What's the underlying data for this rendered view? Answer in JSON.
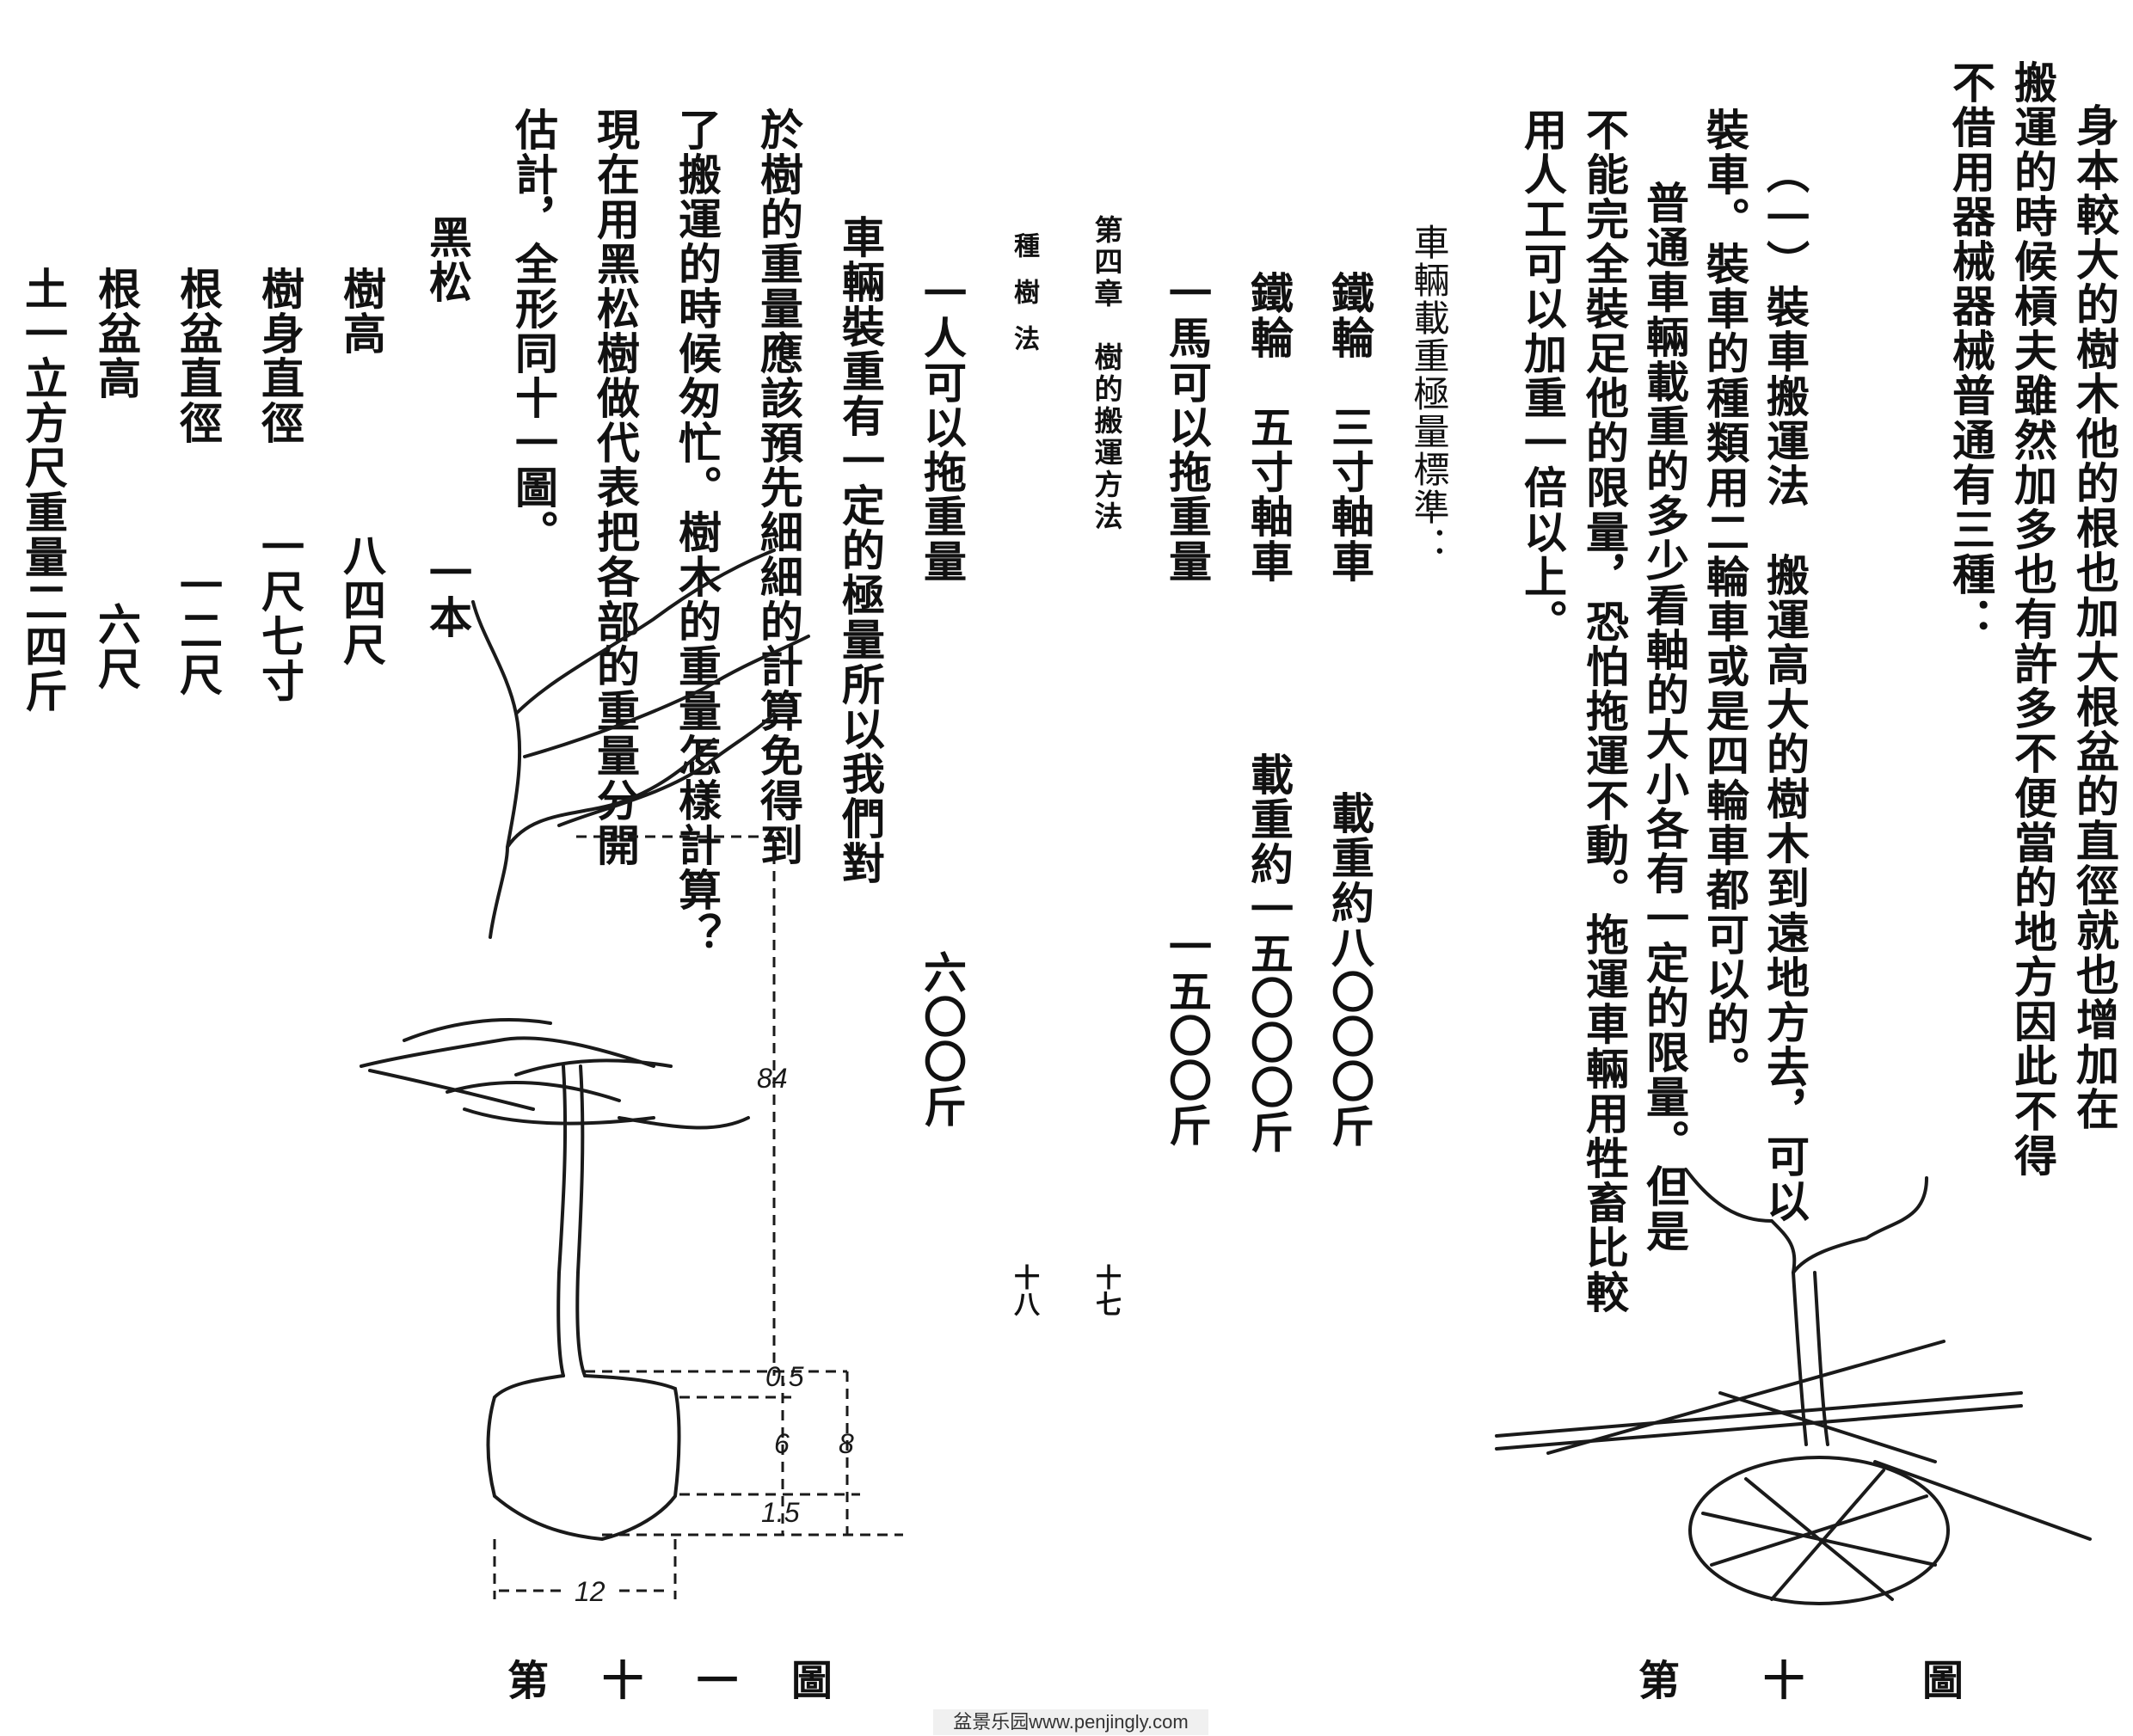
{
  "right_page": {
    "lines": [
      "身本較大的樹木他的根也加大根盆的直徑就也增加在",
      "搬運的時候槓夫雖然加多也有許多不便當的地方因此不得",
      "不借用器械器械普通有三種：",
      "（一）裝車搬運法　搬運高大的樹木到遠地方去，可以",
      "裝車。裝車的種類用二輪車或是四輪車都可以的。",
      "普通車輛載重的多少看軸的大小各有一定的限量。但是",
      "不能完全裝足他的限量，恐怕拖運不動。拖運車輛用牲畜比較",
      "用人工可以加重一倍以上。",
      "車輛載重極量標準："
    ],
    "table": [
      {
        "item": "鐵輪　三寸軸車",
        "load": "載重約八〇〇〇斤"
      },
      {
        "item": "鐵輪　五寸軸車",
        "load": "載重約一五〇〇〇斤"
      },
      {
        "item": "一馬可以拖重量",
        "load": "一五〇〇斤"
      }
    ],
    "caption": [
      "第",
      "十",
      "圖"
    ]
  },
  "center": {
    "chapter_title": "第四章　樹的搬運方法",
    "book_title": "種樹法",
    "page_numbers": [
      "十七",
      "十八"
    ]
  },
  "left_page": {
    "row0": {
      "item": "一人可以拖重量",
      "load": "六〇〇斤"
    },
    "lines": [
      "車輛裝重有一定的極量所以我們對",
      "於樹的重量應該預先細細的計算免得到",
      "了搬運的時候匆忙。樹木的重量怎樣計算？",
      "現在用黑松樹做代表把各部的重量分開",
      "估計，全形同十一圖。"
    ],
    "species": {
      "label": "黑松",
      "count": "一本"
    },
    "measurements": [
      {
        "label": "樹高",
        "value": "八四尺"
      },
      {
        "label": "樹身直徑",
        "value": "一尺七寸"
      },
      {
        "label": "根盆直徑",
        "value": "一二尺"
      },
      {
        "label": "根盆高",
        "value": "六尺"
      }
    ],
    "last_line": "土一立方尺重量二四斤",
    "figure_labels": {
      "height": "84",
      "top_gap": "0.5",
      "ball": "6",
      "total": "8",
      "bottom_gap": "1.5",
      "width": "12"
    },
    "caption": [
      "第",
      "十",
      "一",
      "圖"
    ]
  },
  "watermark": "盆景乐园www.penjingly.com"
}
